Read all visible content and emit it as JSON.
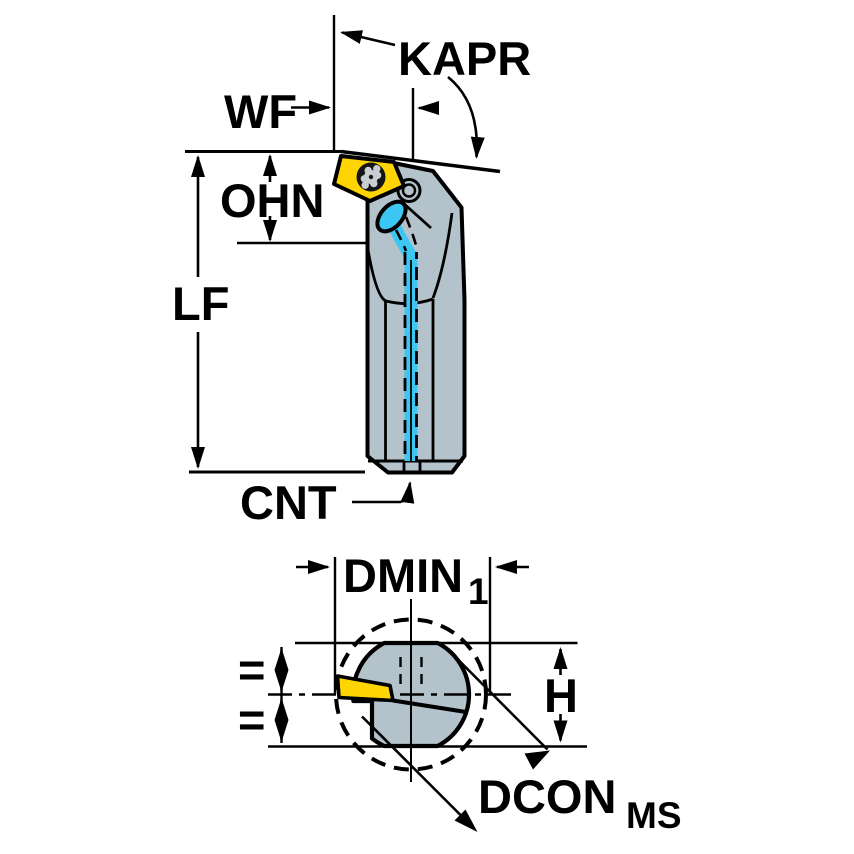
{
  "drawing": {
    "type": "tool-holder-dimension-drawing",
    "side_view": {
      "labels": {
        "kapr": "KAPR",
        "wf": "WF",
        "ohn": "OHN",
        "lf": "LF",
        "cnt": "CNT"
      }
    },
    "end_view": {
      "labels": {
        "dmin": "DMIN",
        "dmin_sub": "1",
        "h": "H",
        "dcon": "DCON",
        "dcon_sub": "MS",
        "equal_upper": "=",
        "equal_lower": "="
      }
    },
    "colors": {
      "background": "#ffffff",
      "line": "#000000",
      "body_gray": "#b3c2cb",
      "insert_yellow": "#ffd403",
      "coolant_cyan": "#3cc6f2",
      "screw_dark": "#151515",
      "screw_star_gray": "#c9ced3"
    }
  }
}
